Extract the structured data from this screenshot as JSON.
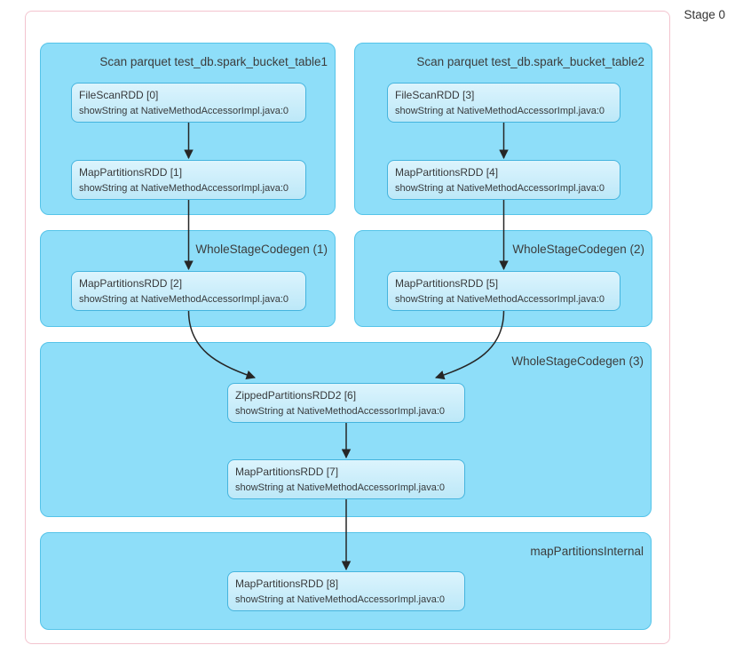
{
  "stage": {
    "label": "Stage 0"
  },
  "clusters": [
    {
      "label": "Scan parquet test_db.spark_bucket_table1"
    },
    {
      "label": "Scan parquet test_db.spark_bucket_table2"
    },
    {
      "label": "WholeStageCodegen (1)"
    },
    {
      "label": "WholeStageCodegen (2)"
    },
    {
      "label": "WholeStageCodegen (3)"
    },
    {
      "label": "mapPartitionsInternal"
    }
  ],
  "nodes": [
    {
      "name": "FileScanRDD [0]",
      "callsite": "showString at NativeMethodAccessorImpl.java:0"
    },
    {
      "name": "MapPartitionsRDD [1]",
      "callsite": "showString at NativeMethodAccessorImpl.java:0"
    },
    {
      "name": "MapPartitionsRDD [2]",
      "callsite": "showString at NativeMethodAccessorImpl.java:0"
    },
    {
      "name": "FileScanRDD [3]",
      "callsite": "showString at NativeMethodAccessorImpl.java:0"
    },
    {
      "name": "MapPartitionsRDD [4]",
      "callsite": "showString at NativeMethodAccessorImpl.java:0"
    },
    {
      "name": "MapPartitionsRDD [5]",
      "callsite": "showString at NativeMethodAccessorImpl.java:0"
    },
    {
      "name": "ZippedPartitionsRDD2 [6]",
      "callsite": "showString at NativeMethodAccessorImpl.java:0"
    },
    {
      "name": "MapPartitionsRDD [7]",
      "callsite": "showString at NativeMethodAccessorImpl.java:0"
    },
    {
      "name": "MapPartitionsRDD [8]",
      "callsite": "showString at NativeMethodAccessorImpl.java:0"
    }
  ],
  "colors": {
    "stage_border": "#f3c4cf",
    "cluster_fill": "#8edef9",
    "cluster_border": "#55c4e9",
    "node_fill_top": "#dcf4fd",
    "node_fill_bottom": "#bce8f8",
    "node_border": "#45b4de",
    "arrow": "#262626",
    "label_text": "#3c3c3c",
    "node_text": "#37393b"
  }
}
